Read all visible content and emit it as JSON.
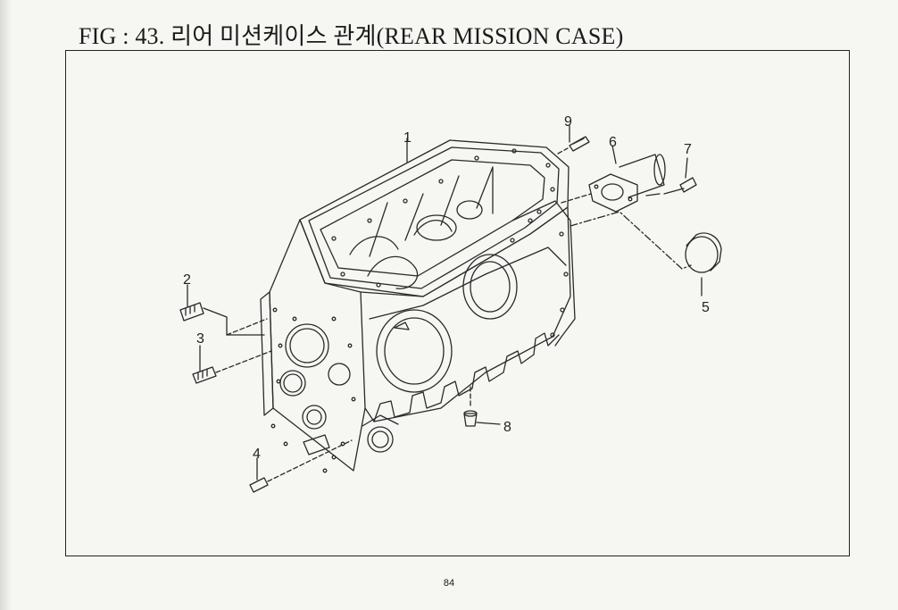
{
  "title": "FIG : 43. 리어 미션케이스 관계(REAR MISSION CASE)",
  "page_number": "84",
  "callouts": {
    "c1": "1",
    "c2": "2",
    "c3": "3",
    "c4": "4",
    "c5": "5",
    "c6": "6",
    "c7": "7",
    "c8": "8",
    "c9": "9"
  },
  "colors": {
    "line": "#2a2a2a",
    "paper": "#f6f6f3"
  }
}
